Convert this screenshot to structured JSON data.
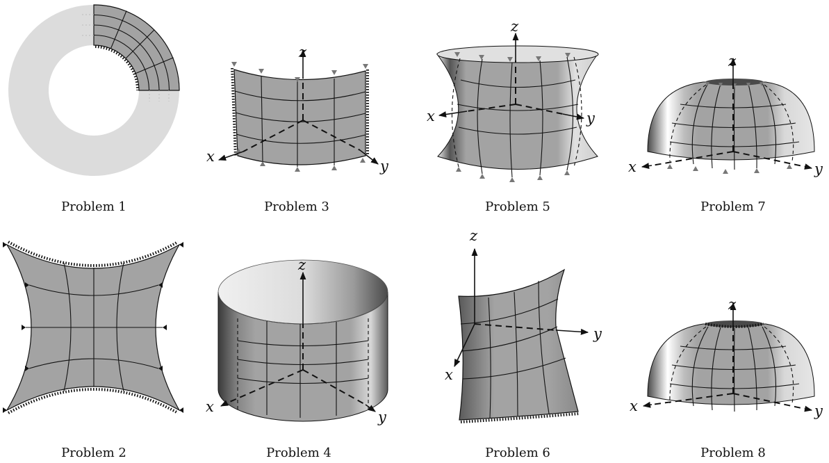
{
  "figure": {
    "panels": [
      {
        "id": "p1",
        "caption": "Problem 1"
      },
      {
        "id": "p3",
        "caption": "Problem 3",
        "axes": {
          "x": "x",
          "y": "y",
          "z": "z"
        }
      },
      {
        "id": "p5",
        "caption": "Problem 5",
        "axes": {
          "x": "x",
          "y": "y",
          "z": "z"
        }
      },
      {
        "id": "p7",
        "caption": "Problem 7",
        "axes": {
          "x": "x",
          "y": "y",
          "z": "z"
        }
      },
      {
        "id": "p2",
        "caption": "Problem 2"
      },
      {
        "id": "p4",
        "caption": "Problem 4",
        "axes": {
          "x": "x",
          "y": "y",
          "z": "z"
        }
      },
      {
        "id": "p6",
        "caption": "Problem 6",
        "axes": {
          "x": "x",
          "y": "y",
          "z": "z"
        }
      },
      {
        "id": "p8",
        "caption": "Problem 8",
        "axes": {
          "x": "x",
          "y": "y",
          "z": "z"
        }
      }
    ]
  },
  "colors": {
    "surface": "#a3a3a3",
    "light_surface": "#dcdcdc",
    "lines": "#111111",
    "background": "#ffffff"
  }
}
